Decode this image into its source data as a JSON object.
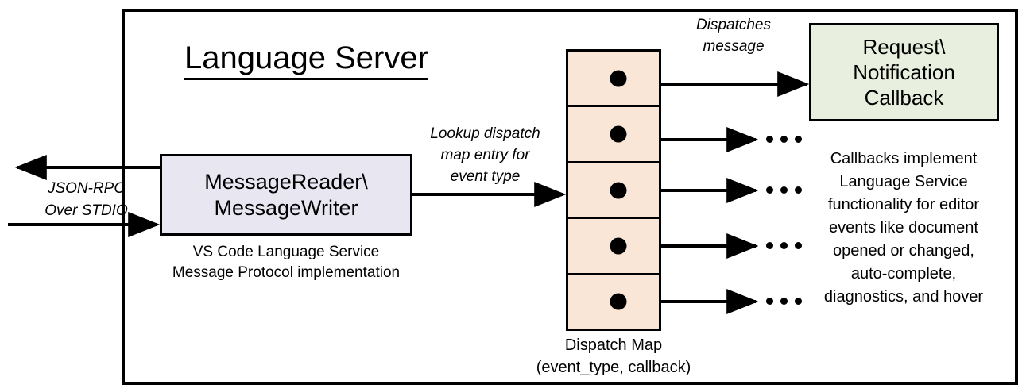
{
  "diagram": {
    "title": "Language Server",
    "boundary_name": "language-server-boundary"
  },
  "io": {
    "label_line1": "JSON-RPC",
    "label_line2": "Over STDIO",
    "outbound_arrow": "arrow-left-out",
    "inbound_arrow": "arrow-right-in"
  },
  "message_box": {
    "line1": "MessageReader\\",
    "line2": "MessageWriter",
    "caption_line1": "VS Code Language Service",
    "caption_line2": "Message Protocol implementation",
    "fill": "#E8E6F0"
  },
  "lookup": {
    "line1": "Lookup dispatch",
    "line2": "map entry for",
    "line3": "event type"
  },
  "dispatch_map": {
    "caption_line1": "Dispatch Map",
    "caption_line2": "(event_type, callback)",
    "fill": "#FAE6D6",
    "rows": [
      {
        "index": 1,
        "dot": "callback-pointer-dot"
      },
      {
        "index": 2,
        "dot": "callback-pointer-dot"
      },
      {
        "index": 3,
        "dot": "callback-pointer-dot"
      },
      {
        "index": 4,
        "dot": "callback-pointer-dot"
      },
      {
        "index": 5,
        "dot": "callback-pointer-dot"
      }
    ]
  },
  "dispatches": {
    "line1": "Dispatches",
    "line2": "message"
  },
  "callback": {
    "line1": "Request\\",
    "line2": "Notification",
    "line3": "Callback",
    "fill": "#E9EFDE",
    "caption_line1": "Callbacks implement",
    "caption_line2": "Language Service",
    "caption_line3": "functionality for editor",
    "caption_line4": "events like document",
    "caption_line5": "opened or changed,",
    "caption_line6": "auto-complete,",
    "caption_line7": "diagnostics, and hover"
  },
  "ellipses": {
    "glyph": "ellipsis-dots"
  }
}
